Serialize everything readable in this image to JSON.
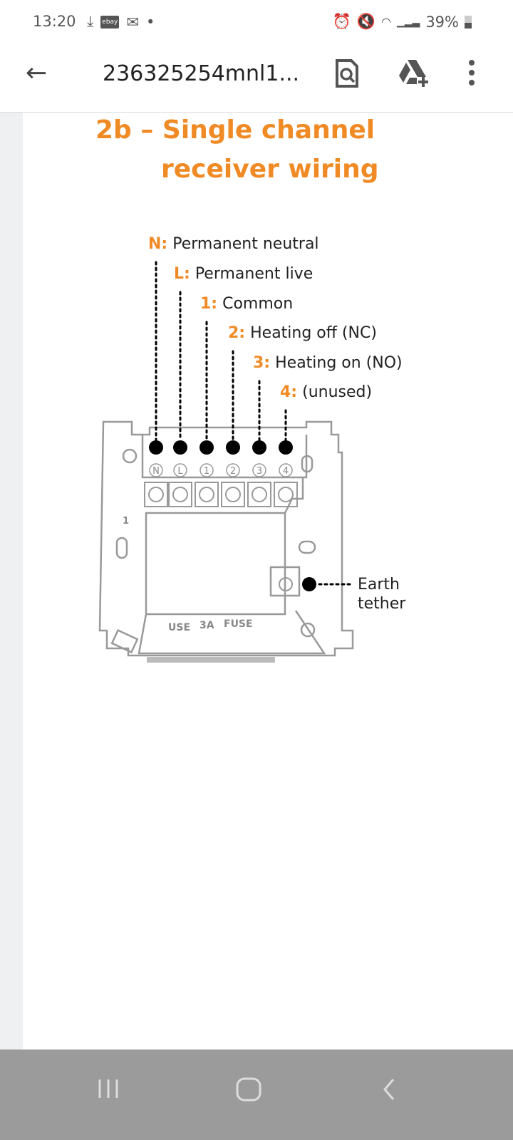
{
  "status_bar": {
    "time": "13:20",
    "ebay_badge": "ebay",
    "battery": "39%"
  },
  "app_bar": {
    "title": "236325254mnl1..."
  },
  "document": {
    "heading_line1": "2b – Single channel",
    "heading_line2": "receiver wiring",
    "terminals": [
      {
        "key": "N:",
        "desc": "Permanent neutral",
        "mark": "N"
      },
      {
        "key": "L:",
        "desc": "Permanent live",
        "mark": "L"
      },
      {
        "key": "1:",
        "desc": "Common",
        "mark": "1"
      },
      {
        "key": "2:",
        "desc": "Heating off (NC)",
        "mark": "2"
      },
      {
        "key": "3:",
        "desc": "Heating on (NO)",
        "mark": "3"
      },
      {
        "key": "4:",
        "desc": "(unused)",
        "mark": "4"
      }
    ],
    "earth_line1": "Earth",
    "earth_line2": "tether",
    "fuse_text": [
      "USE",
      "3A",
      "FUSE"
    ],
    "side_mark": "1"
  },
  "colors": {
    "accent": "#f08a24"
  }
}
